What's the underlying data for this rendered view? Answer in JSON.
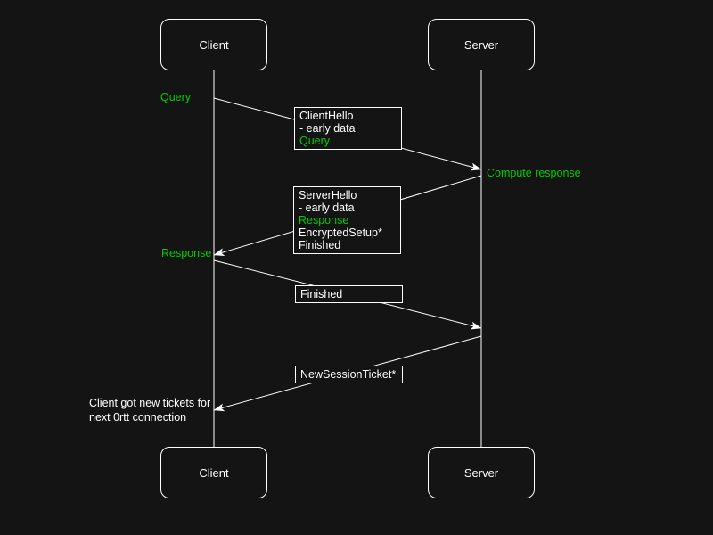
{
  "colors": {
    "background": "#141414",
    "foreground": "#ffffff",
    "accent_green": "#00cc00"
  },
  "actors": {
    "client": "Client",
    "server": "Server"
  },
  "annotations": {
    "query": "Query",
    "compute_response": "Compute response",
    "response": "Response",
    "note": {
      "line1": "Client got new tickets for",
      "line2": "next 0rtt connection"
    }
  },
  "messages": [
    {
      "from": "client",
      "to": "server",
      "lines": [
        {
          "text": "ClientHello",
          "color": "white"
        },
        {
          "text": "- early data",
          "color": "white"
        },
        {
          "text": "Query",
          "color": "green"
        }
      ]
    },
    {
      "from": "server",
      "to": "client",
      "lines": [
        {
          "text": "ServerHello",
          "color": "white"
        },
        {
          "text": "- early data",
          "color": "white"
        },
        {
          "text": "Response",
          "color": "green"
        },
        {
          "text": "EncryptedSetup*",
          "color": "white"
        },
        {
          "text": "Finished",
          "color": "white"
        }
      ]
    },
    {
      "from": "client",
      "to": "server",
      "lines": [
        {
          "text": "Finished",
          "color": "white"
        }
      ]
    },
    {
      "from": "server",
      "to": "client",
      "lines": [
        {
          "text": "NewSessionTicket*",
          "color": "white"
        }
      ]
    }
  ]
}
